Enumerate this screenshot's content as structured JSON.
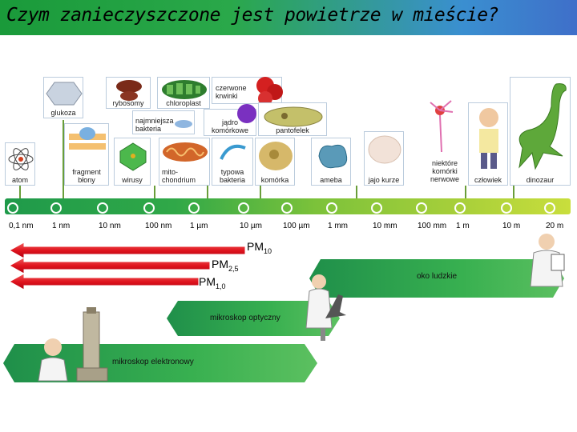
{
  "title": "Czym zanieczyszczone jest powietrze w mieście?",
  "objects": [
    {
      "id": "glukoza",
      "label": "glukoza"
    },
    {
      "id": "rybosomy",
      "label": "rybosomy"
    },
    {
      "id": "chloroplast",
      "label": "chloroplast"
    },
    {
      "id": "czerwone",
      "label": "czerwone krwinki"
    },
    {
      "id": "najmniejsza",
      "label": "najmniejsza bakteria"
    },
    {
      "id": "jadro",
      "label": "jądro komórkowe"
    },
    {
      "id": "pantofelek",
      "label": "pantofelek"
    },
    {
      "id": "atom",
      "label": "atom"
    },
    {
      "id": "fragment",
      "label": "fragment błony"
    },
    {
      "id": "wirusy",
      "label": "wirusy"
    },
    {
      "id": "mitochondrium",
      "label": "mito- chondrium"
    },
    {
      "id": "typowa",
      "label": "typowa bakteria"
    },
    {
      "id": "komorka",
      "label": "komórka"
    },
    {
      "id": "ameba",
      "label": "ameba"
    },
    {
      "id": "jajo",
      "label": "jajo kurze"
    },
    {
      "id": "niektore",
      "label": "niektóre komórki nerwowe"
    },
    {
      "id": "czlowiek",
      "label": "człowiek"
    },
    {
      "id": "dinozaur",
      "label": "dinozaur"
    }
  ],
  "scale_ticks": [
    "0,1 nm",
    "1 nm",
    "10 nm",
    "100 nm",
    "1 µm",
    "10 µm",
    "100 µm",
    "1 mm",
    "10 mm",
    "100 mm",
    "1 m",
    "10 m",
    "20 m"
  ],
  "pm": [
    {
      "base": "PM",
      "sub": "10"
    },
    {
      "base": "PM",
      "sub": "2,5"
    },
    {
      "base": "PM",
      "sub": "1,0"
    }
  ],
  "ranges": [
    {
      "label": "oko ludzkie"
    },
    {
      "label": "mikroskop optyczny"
    },
    {
      "label": "mikroskop elektronowy"
    }
  ],
  "colors": {
    "pm_arrow": "#e0141e",
    "range_green": "#2fa84a"
  }
}
